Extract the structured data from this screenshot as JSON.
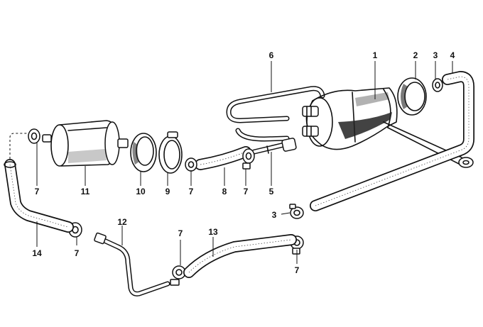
{
  "diagram": {
    "callouts": {
      "c1": "1",
      "c2": "2",
      "c3a": "3",
      "c3b": "3",
      "c4": "4",
      "c5": "5",
      "c6": "6",
      "c7a": "7",
      "c7b": "7",
      "c7c": "7",
      "c7d": "7",
      "c7e": "7",
      "c7f": "7",
      "c8": "8",
      "c9": "9",
      "c10": "10",
      "c11": "11",
      "c12": "12",
      "c13": "13",
      "c14": "14"
    }
  }
}
